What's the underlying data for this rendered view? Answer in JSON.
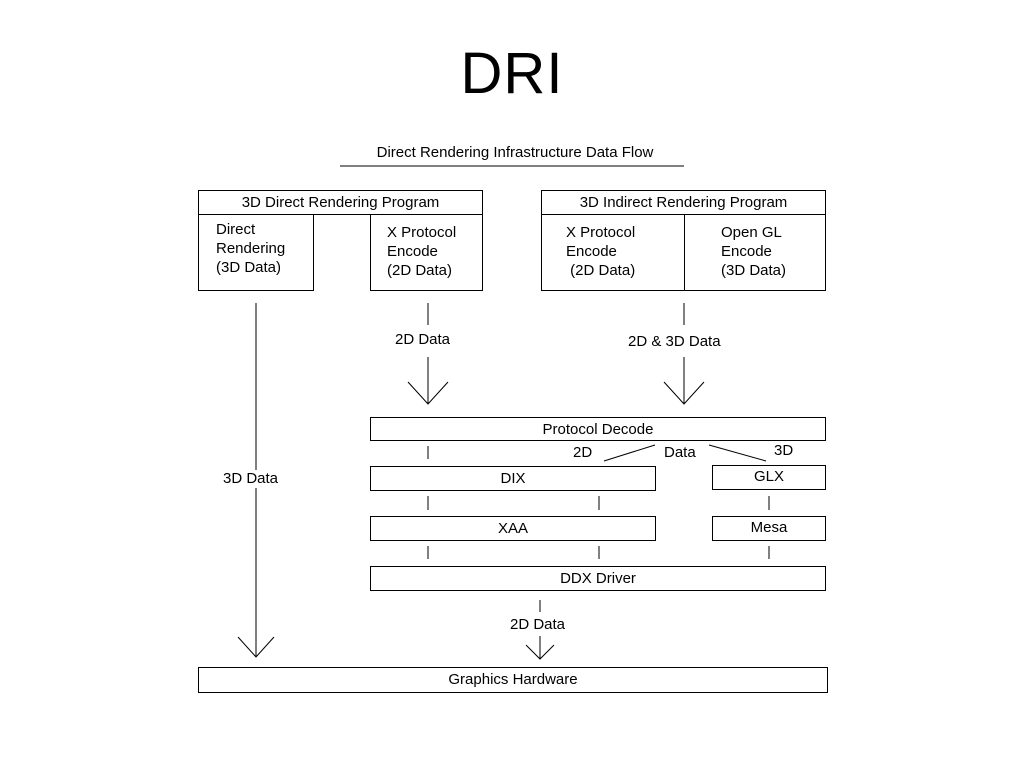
{
  "title": "DRI",
  "diagram": {
    "title": "Direct Rendering Infrastructure Data Flow",
    "direct_program": {
      "title": "3D Direct Rendering Program",
      "left_box": "Direct\nRendering\n(3D Data)",
      "right_box": "X Protocol\nEncode\n(2D Data)"
    },
    "indirect_program": {
      "title": "3D Indirect Rendering Program",
      "left_box": "X Protocol\nEncode\n (2D Data)",
      "right_box": "Open GL\nEncode\n(3D Data)"
    },
    "protocol_decode": "Protocol Decode",
    "dix": "DIX",
    "glx": "GLX",
    "xaa": "XAA",
    "mesa": "Mesa",
    "ddx_driver": "DDX Driver",
    "graphics_hardware": "Graphics Hardware",
    "labels": {
      "three_d_data": "3D Data",
      "two_d_data_top": "2D Data",
      "two_and_three_d_data": "2D & 3D Data",
      "split_2d": "2D",
      "split_data": "Data",
      "split_3d": "3D",
      "two_d_data_bottom": "2D Data"
    }
  }
}
